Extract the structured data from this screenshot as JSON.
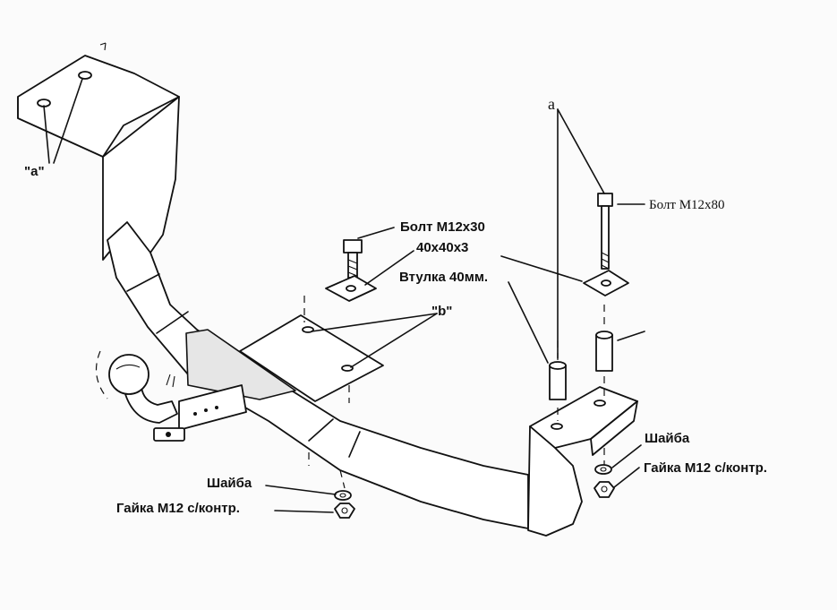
{
  "labels": {
    "a_left": "\"a\"",
    "a_right": "a",
    "b": "\"b\"",
    "bolt_m12x30": "Болт М12х30",
    "plate_40x40x3": "40х40х3",
    "sleeve_40mm": "Втулка 40мм.",
    "bolt_m12x80": "Болт М12х80",
    "washer_left": "Шайба",
    "nut_left": "Гайка М12 с/контр.",
    "washer_right": "Шайба",
    "nut_right": "Гайка М12 с/контр."
  },
  "colors": {
    "line": "#111111",
    "paper": "#fbfbfb"
  }
}
